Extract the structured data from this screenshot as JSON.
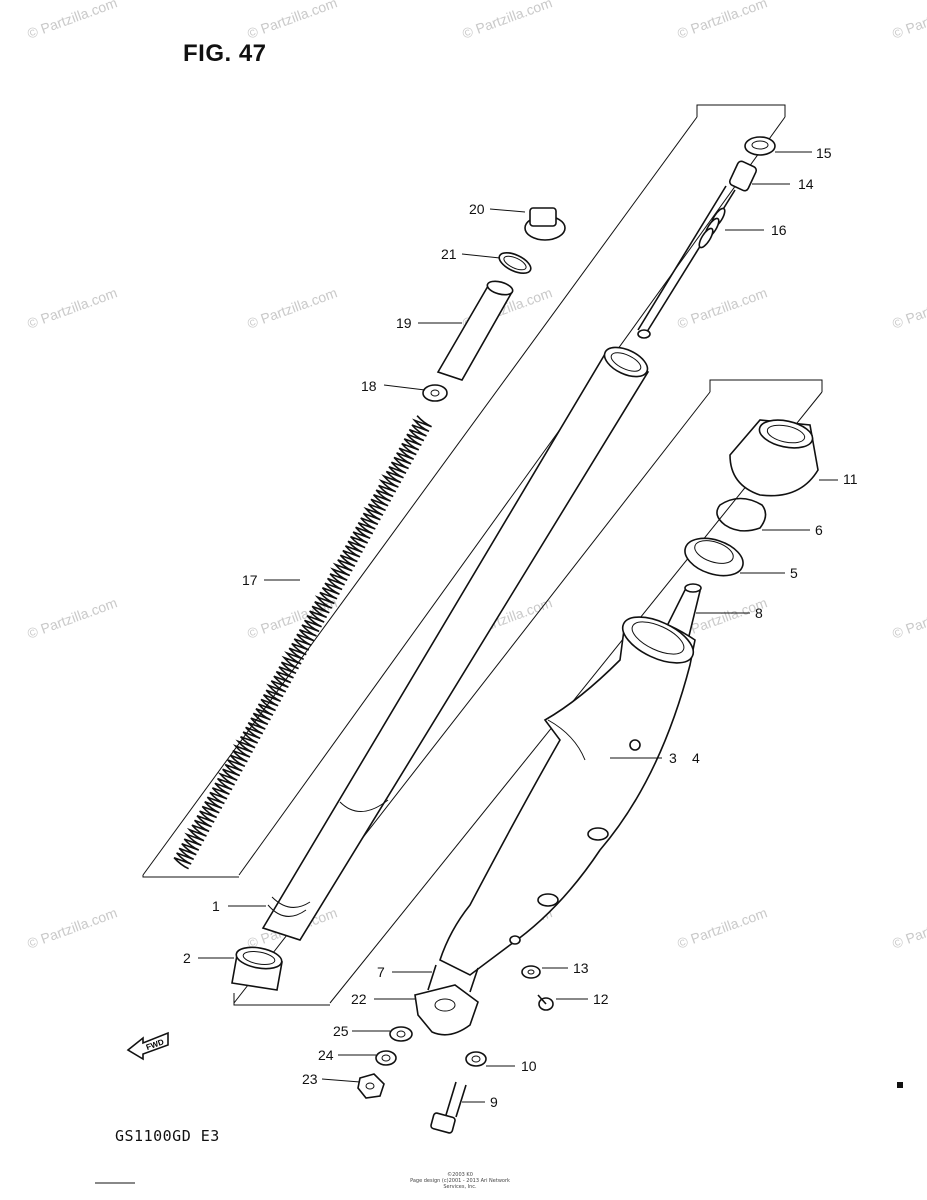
{
  "figure": {
    "title": "FIG. 47",
    "model": "GS1100GD  E3"
  },
  "watermark": "© Partzilla.com",
  "footer": {
    "line1": "©2003 K0",
    "line2": "Page design (c)2001 - 2013 Ari Network Services, Inc."
  },
  "fwd_arrow": {
    "label": "FWD"
  },
  "parts": [
    {
      "ref": "1"
    },
    {
      "ref": "2"
    },
    {
      "ref": "3"
    },
    {
      "ref": "4"
    },
    {
      "ref": "5"
    },
    {
      "ref": "6"
    },
    {
      "ref": "7"
    },
    {
      "ref": "8"
    },
    {
      "ref": "9"
    },
    {
      "ref": "10"
    },
    {
      "ref": "11"
    },
    {
      "ref": "12"
    },
    {
      "ref": "13"
    },
    {
      "ref": "14"
    },
    {
      "ref": "15"
    },
    {
      "ref": "16"
    },
    {
      "ref": "17"
    },
    {
      "ref": "18"
    },
    {
      "ref": "19"
    },
    {
      "ref": "20"
    },
    {
      "ref": "21"
    },
    {
      "ref": "22"
    },
    {
      "ref": "23"
    },
    {
      "ref": "24"
    },
    {
      "ref": "25"
    }
  ]
}
